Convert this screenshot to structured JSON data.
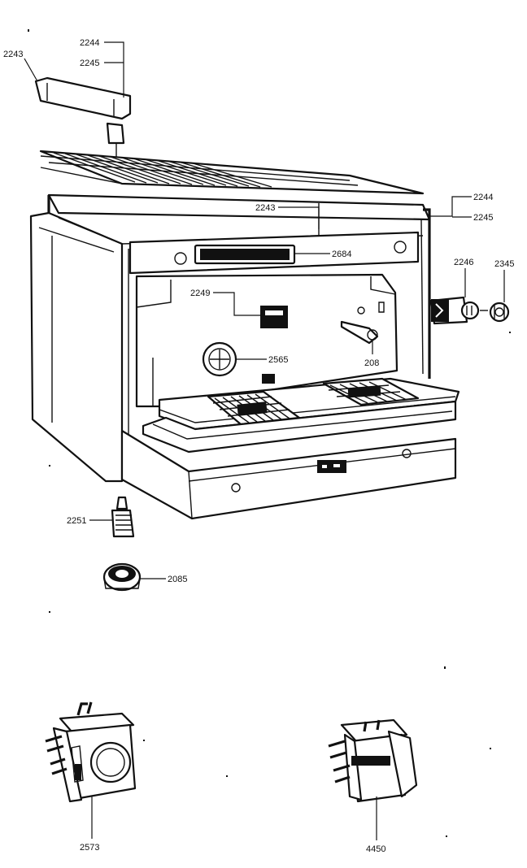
{
  "diagram": {
    "type": "exploded-parts-view",
    "labels": {
      "l2243_top": "2243",
      "l2244_top": "2244",
      "l2245_top": "2245",
      "l2243_mid": "2243",
      "l2244_right": "2244",
      "l2245_right": "2245",
      "l2684": "2684",
      "l2246": "2246",
      "l2345": "2345",
      "l2249": "2249",
      "l2565": "2565",
      "l208": "208",
      "l2251": "2251",
      "l2085": "2085",
      "l2573": "2573",
      "l4450": "4450"
    }
  }
}
